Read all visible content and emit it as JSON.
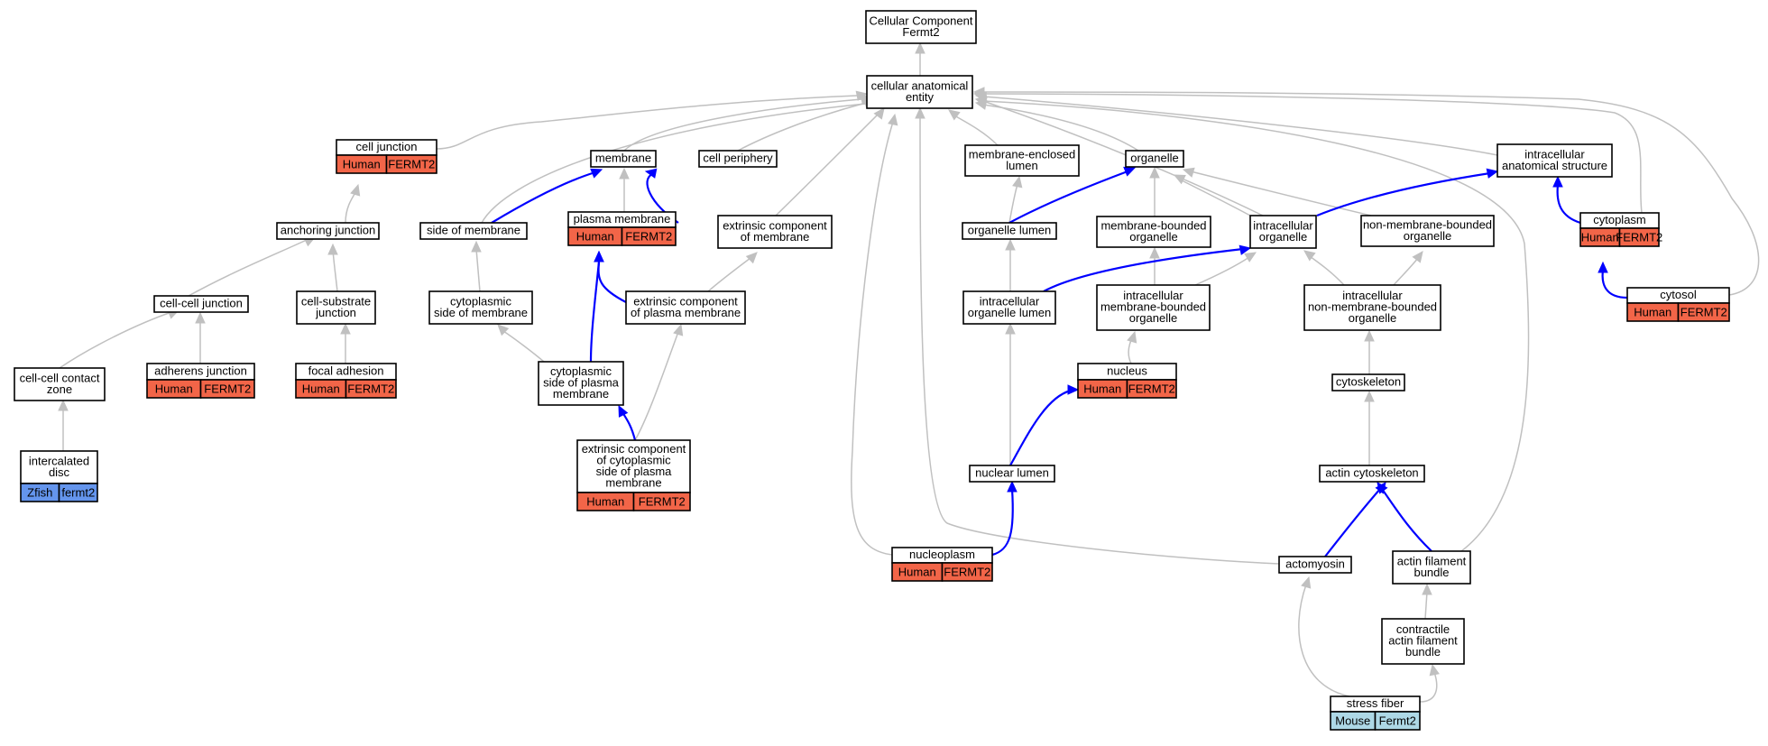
{
  "colors": {
    "human": "#f26548",
    "zfish": "#6495ed",
    "mouse": "#add8e6",
    "edge_default": "#c0c0c0",
    "edge_highlight": "#0000ff"
  },
  "nodes": {
    "root": {
      "lines": [
        "Cellular Component",
        "Fermt2"
      ]
    },
    "cae": {
      "lines": [
        "cellular anatomical",
        "entity"
      ]
    },
    "cell_junction": {
      "lines": [
        "cell junction"
      ],
      "annot": [
        "Human",
        "FERMT2"
      ],
      "species": "human"
    },
    "membrane": {
      "lines": [
        "membrane"
      ]
    },
    "cell_periphery": {
      "lines": [
        "cell periphery"
      ]
    },
    "mem_encl_lumen": {
      "lines": [
        "membrane-enclosed",
        "lumen"
      ]
    },
    "organelle": {
      "lines": [
        "organelle"
      ]
    },
    "ias": {
      "lines": [
        "intracellular",
        "anatomical structure"
      ]
    },
    "anchoring_junction": {
      "lines": [
        "anchoring junction"
      ]
    },
    "side_of_membrane": {
      "lines": [
        "side of membrane"
      ]
    },
    "plasma_membrane": {
      "lines": [
        "plasma membrane"
      ],
      "annot": [
        "Human",
        "FERMT2"
      ],
      "species": "human"
    },
    "ext_comp_membrane": {
      "lines": [
        "extrinsic component",
        "of membrane"
      ]
    },
    "organelle_lumen": {
      "lines": [
        "organelle lumen"
      ]
    },
    "mb_organelle": {
      "lines": [
        "membrane-bounded",
        "organelle"
      ]
    },
    "ic_organelle": {
      "lines": [
        "intracellular",
        "organelle"
      ]
    },
    "nmb_organelle": {
      "lines": [
        "non-membrane-bounded",
        "organelle"
      ]
    },
    "cytoplasm": {
      "lines": [
        "cytoplasm"
      ],
      "annot": [
        "Human",
        "FERMT2"
      ],
      "species": "human"
    },
    "cell_cell_junction": {
      "lines": [
        "cell-cell junction"
      ]
    },
    "cell_substrate_junction": {
      "lines": [
        "cell-substrate",
        "junction"
      ]
    },
    "cyto_side_membrane": {
      "lines": [
        "cytoplasmic",
        "side of membrane"
      ]
    },
    "ext_comp_pm": {
      "lines": [
        "extrinsic component",
        "of plasma membrane"
      ]
    },
    "ic_organelle_lumen": {
      "lines": [
        "intracellular",
        "organelle lumen"
      ]
    },
    "ic_mb_organelle": {
      "lines": [
        "intracellular",
        "membrane-bounded",
        "organelle"
      ]
    },
    "ic_nmb_organelle": {
      "lines": [
        "intracellular",
        "non-membrane-bounded",
        "organelle"
      ]
    },
    "cytosol": {
      "lines": [
        "cytosol"
      ],
      "annot": [
        "Human",
        "FERMT2"
      ],
      "species": "human"
    },
    "ccc_zone": {
      "lines": [
        "cell-cell contact",
        "zone"
      ]
    },
    "adherens_junction": {
      "lines": [
        "adherens junction"
      ],
      "annot": [
        "Human",
        "FERMT2"
      ],
      "species": "human"
    },
    "focal_adhesion": {
      "lines": [
        "focal adhesion"
      ],
      "annot": [
        "Human",
        "FERMT2"
      ],
      "species": "human"
    },
    "cyto_side_pm": {
      "lines": [
        "cytoplasmic",
        "side of plasma",
        "membrane"
      ]
    },
    "nucleus": {
      "lines": [
        "nucleus"
      ],
      "annot": [
        "Human",
        "FERMT2"
      ],
      "species": "human"
    },
    "cytoskeleton": {
      "lines": [
        "cytoskeleton"
      ]
    },
    "intercalated_disc": {
      "lines": [
        "intercalated",
        "disc"
      ],
      "annot": [
        "Zfish",
        "fermt2"
      ],
      "species": "zfish"
    },
    "ext_comp_cyto_side_pm": {
      "lines": [
        "extrinsic component",
        "of cytoplasmic",
        "side of plasma",
        "membrane"
      ],
      "annot": [
        "Human",
        "FERMT2"
      ],
      "species": "human"
    },
    "nuclear_lumen": {
      "lines": [
        "nuclear lumen"
      ]
    },
    "actin_cytoskeleton": {
      "lines": [
        "actin cytoskeleton"
      ]
    },
    "nucleoplasm": {
      "lines": [
        "nucleoplasm"
      ],
      "annot": [
        "Human",
        "FERMT2"
      ],
      "species": "human"
    },
    "actomyosin": {
      "lines": [
        "actomyosin"
      ]
    },
    "afb": {
      "lines": [
        "actin filament",
        "bundle"
      ]
    },
    "cafb": {
      "lines": [
        "contractile",
        "actin filament",
        "bundle"
      ]
    },
    "stress_fiber": {
      "lines": [
        "stress fiber"
      ],
      "annot": [
        "Mouse",
        "Fermt2"
      ],
      "species": "mouse"
    }
  }
}
